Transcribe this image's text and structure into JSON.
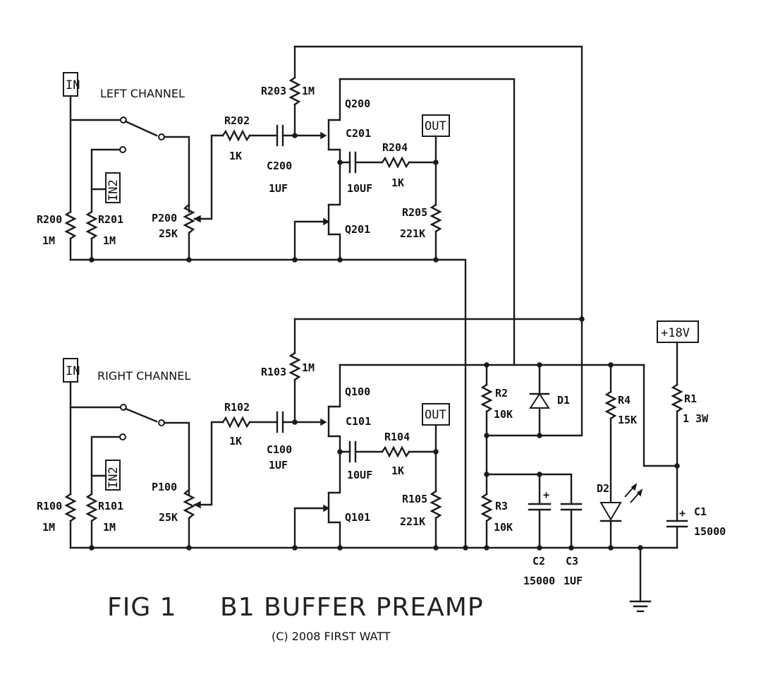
{
  "figure_title": "FIG 1",
  "figure_name": "B1 BUFFER PREAMP",
  "copyright": "(C) 2008 FIRST WATT",
  "left_channel": {
    "label": "LEFT CHANNEL",
    "in_label": "IN",
    "in2_label": "IN2",
    "out_label": "OUT",
    "r200": {
      "ref": "R200",
      "value": "1M"
    },
    "r201": {
      "ref": "R201",
      "value": "1M"
    },
    "p200": {
      "ref": "P200",
      "value": "25K"
    },
    "r202": {
      "ref": "R202",
      "value": "1K"
    },
    "c200": {
      "ref": "C200",
      "value": "1UF"
    },
    "r203": {
      "ref": "R203",
      "value": "1M"
    },
    "q200": {
      "ref": "Q200"
    },
    "q201": {
      "ref": "Q201"
    },
    "c201": {
      "ref": "C201",
      "value": "10UF"
    },
    "r204": {
      "ref": "R204",
      "value": "1K"
    },
    "r205": {
      "ref": "R205",
      "value": "221K"
    }
  },
  "right_channel": {
    "label": "RIGHT CHANNEL",
    "in_label": "IN",
    "in2_label": "IN2",
    "out_label": "OUT",
    "r100": {
      "ref": "R100",
      "value": "1M"
    },
    "r101": {
      "ref": "R101",
      "value": "1M"
    },
    "p100": {
      "ref": "P100",
      "value": "25K"
    },
    "r102": {
      "ref": "R102",
      "value": "1K"
    },
    "c100": {
      "ref": "C100",
      "value": "1UF"
    },
    "r103": {
      "ref": "R103",
      "value": "1M"
    },
    "q100": {
      "ref": "Q100"
    },
    "q101": {
      "ref": "Q101"
    },
    "c101": {
      "ref": "C101",
      "value": "10UF"
    },
    "r104": {
      "ref": "R104",
      "value": "1K"
    },
    "r105": {
      "ref": "R105",
      "value": "221K"
    }
  },
  "power_supply": {
    "supply_label": "+18V",
    "r1": {
      "ref": "R1",
      "value": "1 3W"
    },
    "r2": {
      "ref": "R2",
      "value": "10K"
    },
    "r3": {
      "ref": "R3",
      "value": "10K"
    },
    "r4": {
      "ref": "R4",
      "value": "15K"
    },
    "d1": {
      "ref": "D1"
    },
    "d2": {
      "ref": "D2"
    },
    "c1": {
      "ref": "C1",
      "value": "15000"
    },
    "c2": {
      "ref": "C2",
      "value": "15000"
    },
    "c3": {
      "ref": "C3",
      "value": "1UF"
    },
    "cap_polarity": "+"
  }
}
